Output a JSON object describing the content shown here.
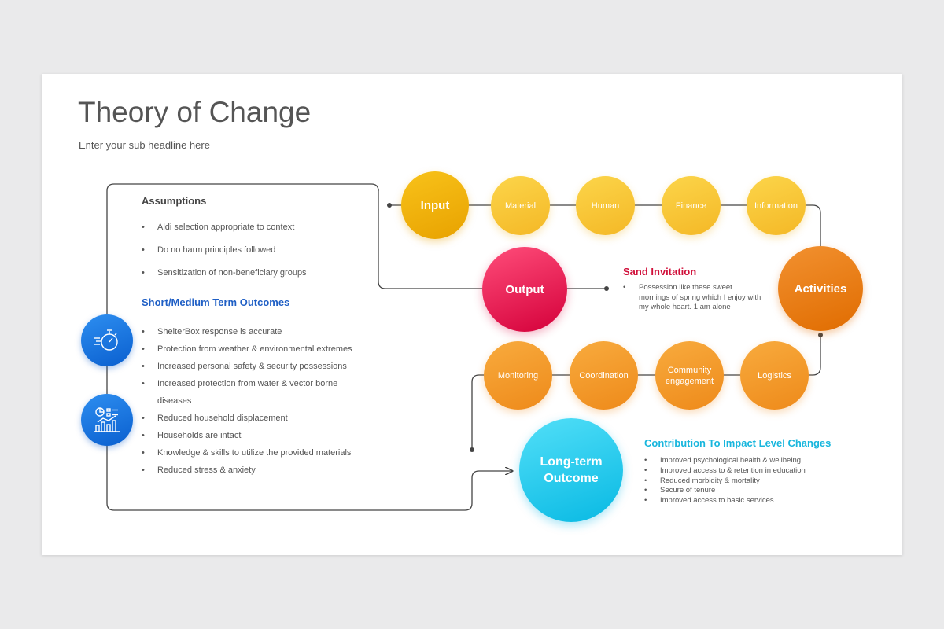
{
  "title": "Theory of Change",
  "subtitle": "Enter your sub headline here",
  "assumptions": {
    "heading": "Assumptions",
    "items": [
      "Aldi selection appropriate to context",
      "Do no harm principles followed",
      "Sensitization of non-beneficiary groups"
    ]
  },
  "outcomes": {
    "heading": "Short/Medium Term Outcomes",
    "items": [
      "ShelterBox response is accurate",
      "Protection from weather & environmental extremes",
      "Increased personal safety & security possessions",
      "Increased protection from water & vector borne diseases",
      "Reduced household displacement",
      "Households are intact",
      "Knowledge & skills to utilize the provided materials",
      "Reduced stress & anxiety"
    ]
  },
  "input_row": {
    "main": "Input",
    "items": [
      "Material",
      "Human",
      "Finance",
      "Information"
    ]
  },
  "activities_row": {
    "main": "Activities",
    "items": [
      "Monitoring",
      "Coordination",
      "Community engagement",
      "Logistics"
    ]
  },
  "output": {
    "label": "Output",
    "note_heading": "Sand Invitation",
    "note_text": "Possession like these sweet mornings of spring which I enjoy with my whole heart. 1 am alone"
  },
  "long_term": {
    "label": "Long-term Outcome",
    "heading": "Contribution To Impact Level Changes",
    "items": [
      "Improved psychological health & wellbeing",
      "Improved access to & retention in education",
      "Reduced morbidity & mortality",
      "Secure of tenure",
      "Improved access to basic services"
    ]
  },
  "icons": [
    "stopwatch-icon",
    "analytics-icon"
  ],
  "colors": {
    "input": "#f0b000",
    "activities": "#e87400",
    "output": "#e8104e",
    "long_term": "#1cc8ec",
    "outcomes_heading": "#1f5fc5",
    "note_heading": "#d0103a",
    "impact_heading": "#18b6dd"
  }
}
